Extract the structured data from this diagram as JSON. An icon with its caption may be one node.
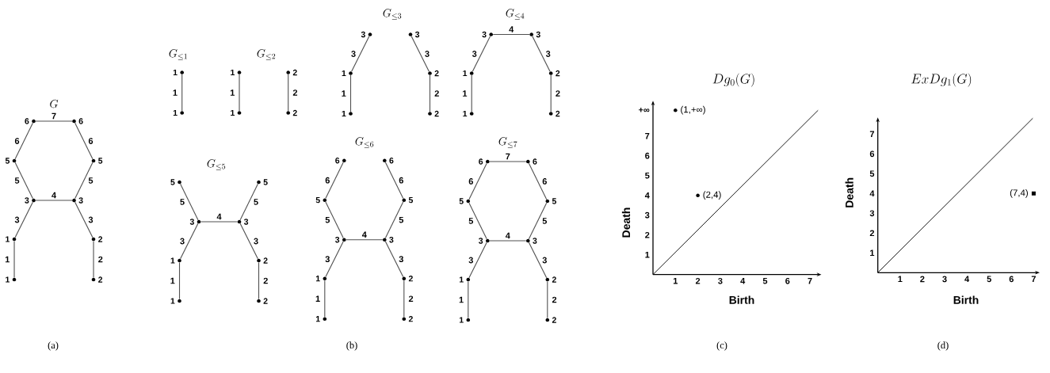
{
  "diagram": {
    "nodes": [
      {
        "text": [],
        "shape": "circle",
        "beside": [
          "6"
        ]
      },
      {
        "text": [],
        "shape": "circle",
        "beside": [
          "6"
        ]
      },
      {
        "text": [],
        "shape": "circle",
        "beside": [
          "5"
        ]
      },
      {
        "text": [],
        "shape": "circle",
        "beside": [
          "5"
        ]
      },
      {
        "text": [],
        "shape": "circle",
        "beside": [
          "3"
        ]
      },
      {
        "text": [],
        "shape": "circle",
        "beside": [
          "3"
        ]
      },
      {
        "text": [],
        "shape": "circle",
        "beside": [
          "1"
        ]
      },
      {
        "text": [],
        "shape": "circle",
        "beside": [
          "2"
        ]
      },
      {
        "text": [],
        "shape": "circle",
        "beside": [
          "1"
        ]
      },
      {
        "text": [],
        "shape": "circle",
        "beside": [
          "2"
        ]
      },
      {
        "text": [],
        "shape": "circle",
        "beside": [
          "1"
        ]
      },
      {
        "text": [],
        "shape": "circle",
        "beside": [
          "1"
        ]
      },
      {
        "text": [],
        "shape": "circle",
        "beside": [
          "1"
        ]
      },
      {
        "text": [],
        "shape": "circle",
        "beside": [
          "2"
        ]
      },
      {
        "text": [],
        "shape": "circle",
        "beside": [
          "1"
        ]
      },
      {
        "text": [],
        "shape": "circle",
        "beside": [
          "2"
        ]
      },
      {
        "text": [],
        "shape": "circle",
        "beside": [
          "3"
        ]
      },
      {
        "text": [],
        "shape": "circle",
        "beside": [
          "3"
        ]
      },
      {
        "text": [],
        "shape": "circle",
        "beside": [
          "1"
        ]
      },
      {
        "text": [],
        "shape": "circle",
        "beside": [
          "2"
        ]
      },
      {
        "text": [],
        "shape": "circle",
        "beside": [
          "1"
        ]
      },
      {
        "text": [],
        "shape": "circle",
        "beside": [
          "2"
        ]
      },
      {
        "text": [],
        "shape": "circle",
        "beside": [
          "3"
        ]
      },
      {
        "text": [],
        "shape": "circle",
        "beside": [
          "3"
        ]
      },
      {
        "text": [],
        "shape": "circle",
        "beside": [
          "1"
        ]
      },
      {
        "text": [],
        "shape": "circle",
        "beside": [
          "2"
        ]
      },
      {
        "text": [],
        "shape": "circle",
        "beside": [
          "1"
        ]
      },
      {
        "text": [],
        "shape": "circle",
        "beside": [
          "2"
        ]
      },
      {
        "text": [],
        "shape": "circle",
        "beside": [
          "5"
        ]
      },
      {
        "text": [],
        "shape": "circle",
        "beside": [
          "5"
        ]
      },
      {
        "text": [],
        "shape": "circle",
        "beside": [
          "3"
        ]
      },
      {
        "text": [],
        "shape": "circle",
        "beside": [
          "3"
        ]
      },
      {
        "text": [],
        "shape": "circle",
        "beside": [
          "1"
        ]
      },
      {
        "text": [],
        "shape": "circle",
        "beside": [
          "2"
        ]
      },
      {
        "text": [],
        "shape": "circle",
        "beside": [
          "1"
        ]
      },
      {
        "text": [],
        "shape": "circle",
        "beside": [
          "2"
        ]
      },
      {
        "text": [],
        "shape": "circle",
        "beside": [
          "6"
        ]
      },
      {
        "text": [],
        "shape": "circle",
        "beside": [
          "6"
        ]
      },
      {
        "text": [],
        "shape": "circle",
        "beside": [
          "5"
        ]
      },
      {
        "text": [],
        "shape": "circle",
        "beside": [
          "5"
        ]
      },
      {
        "text": [],
        "shape": "circle",
        "beside": [
          "3"
        ]
      },
      {
        "text": [],
        "shape": "circle",
        "beside": [
          "3"
        ]
      },
      {
        "text": [],
        "shape": "circle",
        "beside": [
          "1"
        ]
      },
      {
        "text": [],
        "shape": "circle",
        "beside": [
          "2"
        ]
      },
      {
        "text": [],
        "shape": "circle",
        "beside": [
          "1"
        ]
      },
      {
        "text": [],
        "shape": "circle",
        "beside": [
          "2"
        ]
      },
      {
        "text": [],
        "shape": "circle",
        "beside": [
          "6"
        ]
      },
      {
        "text": [],
        "shape": "circle",
        "beside": [
          "6"
        ]
      },
      {
        "text": [],
        "shape": "circle",
        "beside": [
          "5"
        ]
      },
      {
        "text": [],
        "shape": "circle",
        "beside": [
          "5"
        ]
      },
      {
        "text": [],
        "shape": "circle",
        "beside": [
          "3"
        ]
      },
      {
        "text": [],
        "shape": "circle",
        "beside": [
          "3"
        ]
      },
      {
        "text": [],
        "shape": "circle",
        "beside": [
          "1"
        ]
      },
      {
        "text": [],
        "shape": "circle",
        "beside": [
          "2"
        ]
      },
      {
        "text": [],
        "shape": "circle",
        "beside": [
          "1"
        ]
      },
      {
        "text": [],
        "shape": "circle",
        "beside": [
          "2"
        ]
      }
    ],
    "edges": [
      {
        "from": 0,
        "to": 1,
        "arrow": "none",
        "label": "7"
      },
      {
        "from": 0,
        "to": 2,
        "arrow": "none",
        "label": "6"
      },
      {
        "from": 1,
        "to": 3,
        "arrow": "none",
        "label": "6"
      },
      {
        "from": 2,
        "to": 4,
        "arrow": "none",
        "label": "5"
      },
      {
        "from": 3,
        "to": 5,
        "arrow": "none",
        "label": "5"
      },
      {
        "from": 4,
        "to": 5,
        "arrow": "none",
        "label": "4"
      },
      {
        "from": 4,
        "to": 6,
        "arrow": "none",
        "label": "3"
      },
      {
        "from": 5,
        "to": 7,
        "arrow": "none",
        "label": "3"
      },
      {
        "from": 6,
        "to": 8,
        "arrow": "none",
        "label": "1"
      },
      {
        "from": 7,
        "to": 9,
        "arrow": "none",
        "label": "2"
      },
      {
        "from": 10,
        "to": 11,
        "arrow": "none",
        "label": "1"
      },
      {
        "from": 12,
        "to": 14,
        "arrow": "none",
        "label": "1"
      },
      {
        "from": 13,
        "to": 15,
        "arrow": "none",
        "label": "2"
      },
      {
        "from": 16,
        "to": 18,
        "arrow": "none",
        "label": "3"
      },
      {
        "from": 17,
        "to": 19,
        "arrow": "none",
        "label": "3"
      },
      {
        "from": 18,
        "to": 20,
        "arrow": "none",
        "label": "1"
      },
      {
        "from": 19,
        "to": 21,
        "arrow": "none",
        "label": "2"
      },
      {
        "from": 22,
        "to": 23,
        "arrow": "none",
        "label": "4"
      },
      {
        "from": 22,
        "to": 24,
        "arrow": "none",
        "label": "3"
      },
      {
        "from": 23,
        "to": 25,
        "arrow": "none",
        "label": "3"
      },
      {
        "from": 24,
        "to": 26,
        "arrow": "none",
        "label": "1"
      },
      {
        "from": 25,
        "to": 27,
        "arrow": "none",
        "label": "2"
      },
      {
        "from": 28,
        "to": 30,
        "arrow": "none",
        "label": "5"
      },
      {
        "from": 29,
        "to": 31,
        "arrow": "none",
        "label": "5"
      },
      {
        "from": 30,
        "to": 31,
        "arrow": "none",
        "label": "4"
      },
      {
        "from": 30,
        "to": 32,
        "arrow": "none",
        "label": "3"
      },
      {
        "from": 31,
        "to": 33,
        "arrow": "none",
        "label": "3"
      },
      {
        "from": 32,
        "to": 34,
        "arrow": "none",
        "label": "1"
      },
      {
        "from": 33,
        "to": 35,
        "arrow": "none",
        "label": "2"
      },
      {
        "from": 36,
        "to": 38,
        "arrow": "none",
        "label": "6"
      },
      {
        "from": 37,
        "to": 39,
        "arrow": "none",
        "label": "6"
      },
      {
        "from": 38,
        "to": 40,
        "arrow": "none",
        "label": "5"
      },
      {
        "from": 39,
        "to": 41,
        "arrow": "none",
        "label": "5"
      },
      {
        "from": 40,
        "to": 41,
        "arrow": "none",
        "label": "4"
      },
      {
        "from": 40,
        "to": 42,
        "arrow": "none",
        "label": "3"
      },
      {
        "from": 41,
        "to": 43,
        "arrow": "none",
        "label": "3"
      },
      {
        "from": 42,
        "to": 44,
        "arrow": "none",
        "label": "1"
      },
      {
        "from": 43,
        "to": 45,
        "arrow": "none",
        "label": "2"
      },
      {
        "from": 46,
        "to": 47,
        "arrow": "none",
        "label": "7"
      },
      {
        "from": 46,
        "to": 48,
        "arrow": "none",
        "label": "6"
      },
      {
        "from": 47,
        "to": 49,
        "arrow": "none",
        "label": "6"
      },
      {
        "from": 48,
        "to": 50,
        "arrow": "none",
        "label": "5"
      },
      {
        "from": 49,
        "to": 51,
        "arrow": "none",
        "label": "5"
      },
      {
        "from": 50,
        "to": 51,
        "arrow": "none",
        "label": "4"
      },
      {
        "from": 50,
        "to": 52,
        "arrow": "none",
        "label": "3"
      },
      {
        "from": 51,
        "to": 53,
        "arrow": "none",
        "label": "3"
      },
      {
        "from": 52,
        "to": 54,
        "arrow": "none",
        "label": "1"
      },
      {
        "from": 53,
        "to": 55,
        "arrow": "none",
        "label": "2"
      }
    ],
    "labels": [
      "G",
      "G_{\\leq 1}",
      "G_{\\leq 2}",
      "G_{\\leq 3}",
      "G_{\\leq 4}",
      "G_{\\leq 5}",
      "G_{\\leq 6}",
      "G_{\\leq 7}",
      "(a)",
      "(b)",
      "(c)",
      "(d)"
    ],
    "chart_data": [
      {
        "type": "scatter",
        "title": "Dg_0(G)",
        "xlabel": "Birth",
        "ylabel": "Death",
        "x": [
          1,
          2
        ],
        "xlim": [
          0,
          7.37
        ],
        "ylim": [
          0,
          8.62
        ],
        "xticks": [
          1,
          2,
          3,
          4,
          5,
          6,
          7
        ],
        "yticks": [
          1,
          2,
          3,
          4,
          5,
          6,
          7,
          {
            "value": 8.3,
            "label": "+∞"
          }
        ],
        "series": [
          {
            "values": [
              8.3,
              4
            ]
          }
        ],
        "value_labels": [
          "(1,+∞)",
          "(2,4)"
        ]
      },
      {
        "type": "scatter",
        "title": "ExDg_1(G)",
        "xlabel": "Birth",
        "ylabel": "Death",
        "x": [
          7
        ],
        "xlim": [
          0,
          7.13
        ],
        "ylim": [
          0,
          7.68
        ],
        "xticks": [
          1,
          2,
          3,
          4,
          5,
          6,
          7
        ],
        "yticks": [
          1,
          2,
          3,
          4,
          5,
          6,
          7
        ],
        "series": [
          {
            "values": [
              4
            ]
          }
        ],
        "value_labels": [
          "(7,4)"
        ]
      }
    ]
  }
}
